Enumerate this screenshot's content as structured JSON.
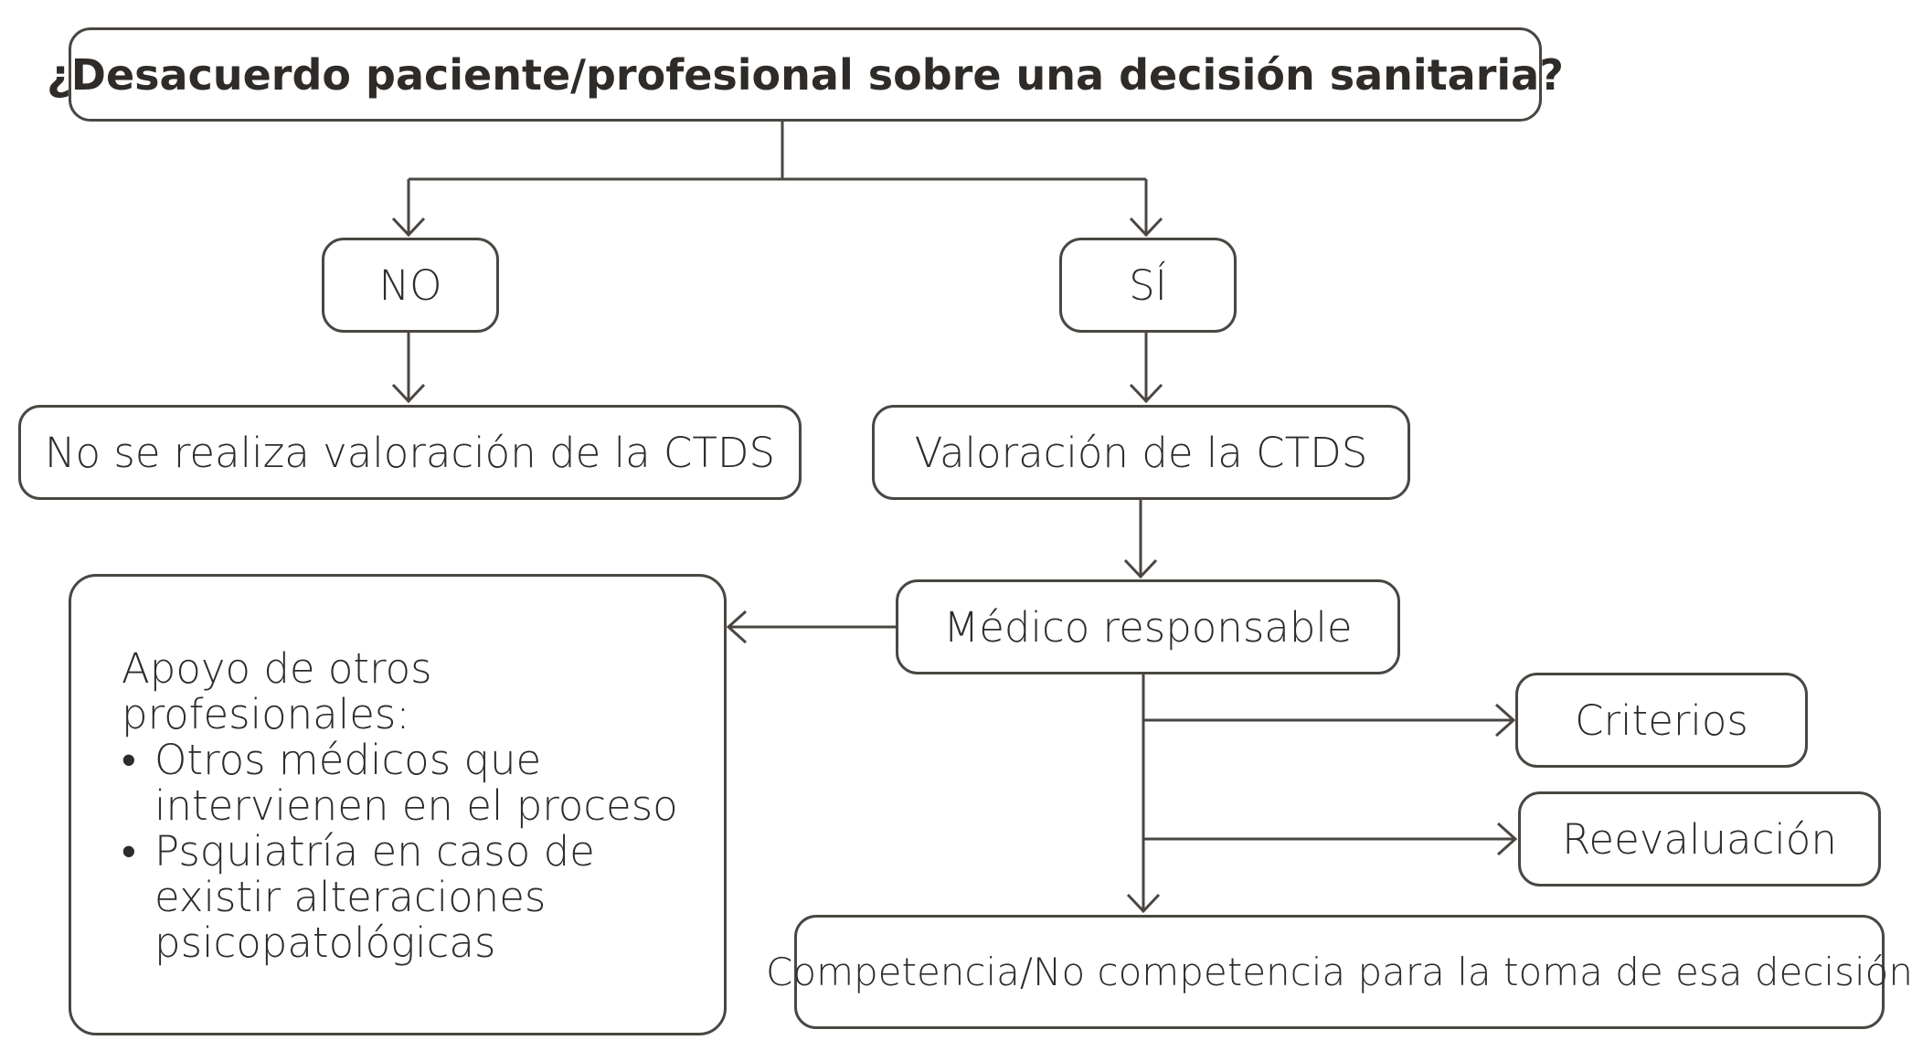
{
  "question": "¿Desacuerdo paciente/profesional sobre una decisión sanitaria?",
  "no_label": "NO",
  "yes_label": "SÍ",
  "no_outcome": "No se realiza valoración de la CTDS",
  "yes_outcome": "Valoración de la CTDS",
  "responsible": "Médico responsable",
  "support": {
    "title": "Apoyo de otros profesionales:",
    "items": [
      "Otros médicos que intervienen en el proceso",
      "Psquiatría en caso de existir alteraciones psicopatológicas"
    ]
  },
  "criteria": "Criterios",
  "reevaluation": "Reevaluación",
  "competence": "Competencia/No competencia para la toma de esa decisión",
  "colors": {
    "stroke": "#4a4641",
    "text": "#2e2b28"
  }
}
